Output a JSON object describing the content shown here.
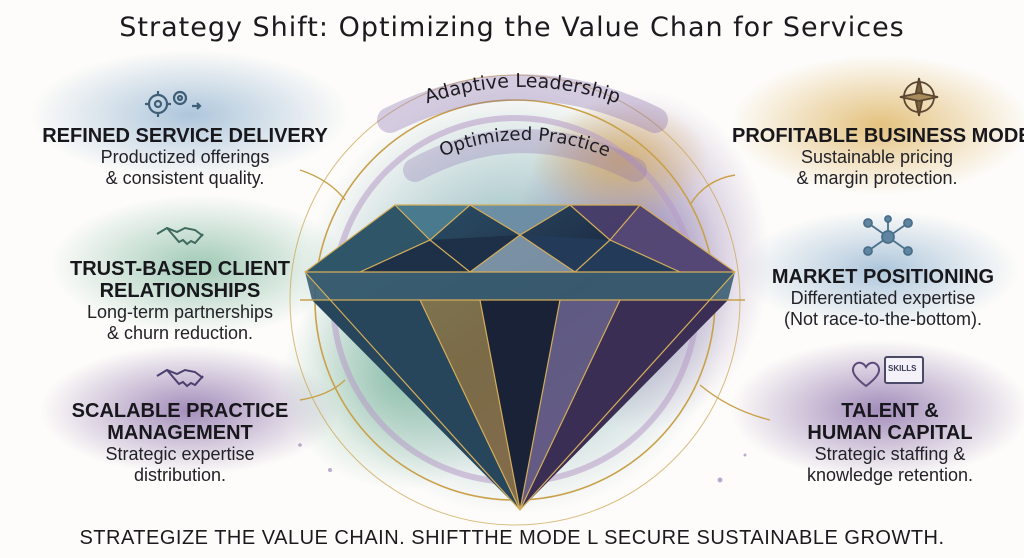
{
  "title": "Strategy Shift: Optimizing the Value Chan for Services",
  "arc_labels": {
    "outer": "Adaptive Leadership",
    "inner": "Optimized Practice"
  },
  "blocks": {
    "service_delivery": {
      "heading": "REFINED SERVICE DELIVERY",
      "lines": [
        "Productized offerings",
        "& consistent quality."
      ]
    },
    "client_relationships": {
      "heading": [
        "TRUST-BASED CLIENT",
        "RELATIONSHIPS"
      ],
      "lines": [
        "Long-term partnerships",
        "& churn reduction."
      ]
    },
    "practice_management": {
      "heading": [
        "SCALABLE PRACTICE",
        "MANAGEMENT"
      ],
      "lines": [
        "Strategic expertise",
        "distribution."
      ]
    },
    "business_model": {
      "heading": "PROFITABLE BUSINESS MODE",
      "lines": [
        "Sustainable pricing",
        "& margin protection."
      ]
    },
    "market_positioning": {
      "heading": "MARKET POSITIONING",
      "lines": [
        "Differentiated expertise",
        "(Not race-to-the-bottom)."
      ]
    },
    "talent": {
      "heading": [
        "TALENT &",
        "HUMAN CAPITAL"
      ],
      "lines": [
        "Strategic staffing &",
        "knowledge retention."
      ]
    }
  },
  "skills_badge": "SKILLS",
  "footer": "STRATEGIZE THE VALUE CHAIN. SHIFTTHE MODE L SECURE SUSTAINABLE GROWTH.",
  "icons": [
    "gears-icon",
    "handshake-icon",
    "handshake-icon",
    "compass-icon",
    "network-icon",
    "heart-icon",
    "skills-screen-icon"
  ],
  "colors": {
    "teal_wash": "#4e8f98",
    "green_wash": "#7ab59a",
    "purple_wash": "#7d5d9f",
    "gold_wash": "#d9a94a",
    "navy_facet": "#24344f",
    "gold_line": "#c9a14a"
  }
}
